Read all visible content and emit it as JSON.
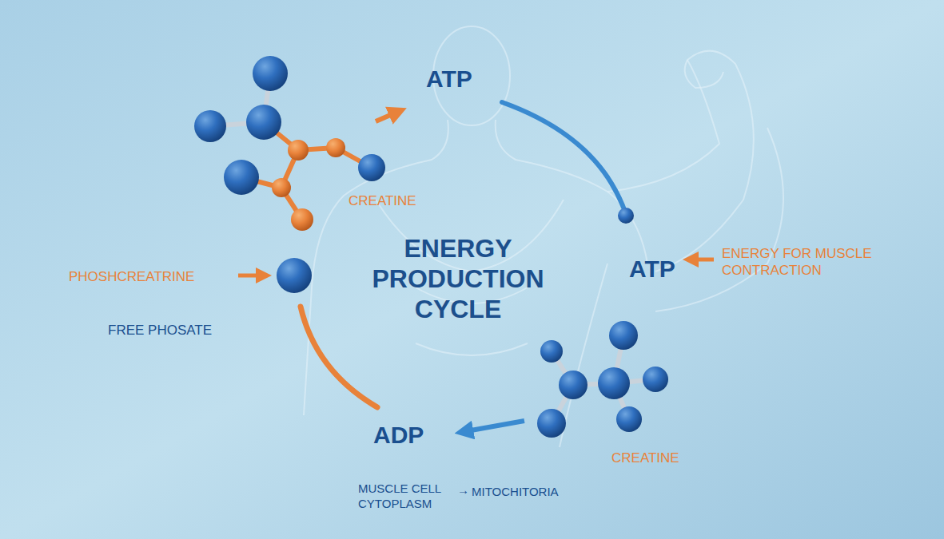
{
  "diagram": {
    "title": "ENERGY PRODUCTION CYCLE",
    "labels": [
      "ATP",
      "CREATINE",
      "PHOSHCREATRINE",
      "ATP",
      "ENERGY FOR MUSCLE CONTRACTION",
      "FREE PHOSATE",
      "ADP",
      "CREATINE",
      "MUSCLE CELL CYTOPLASM",
      "→",
      "MITOCHITORIA"
    ]
  }
}
